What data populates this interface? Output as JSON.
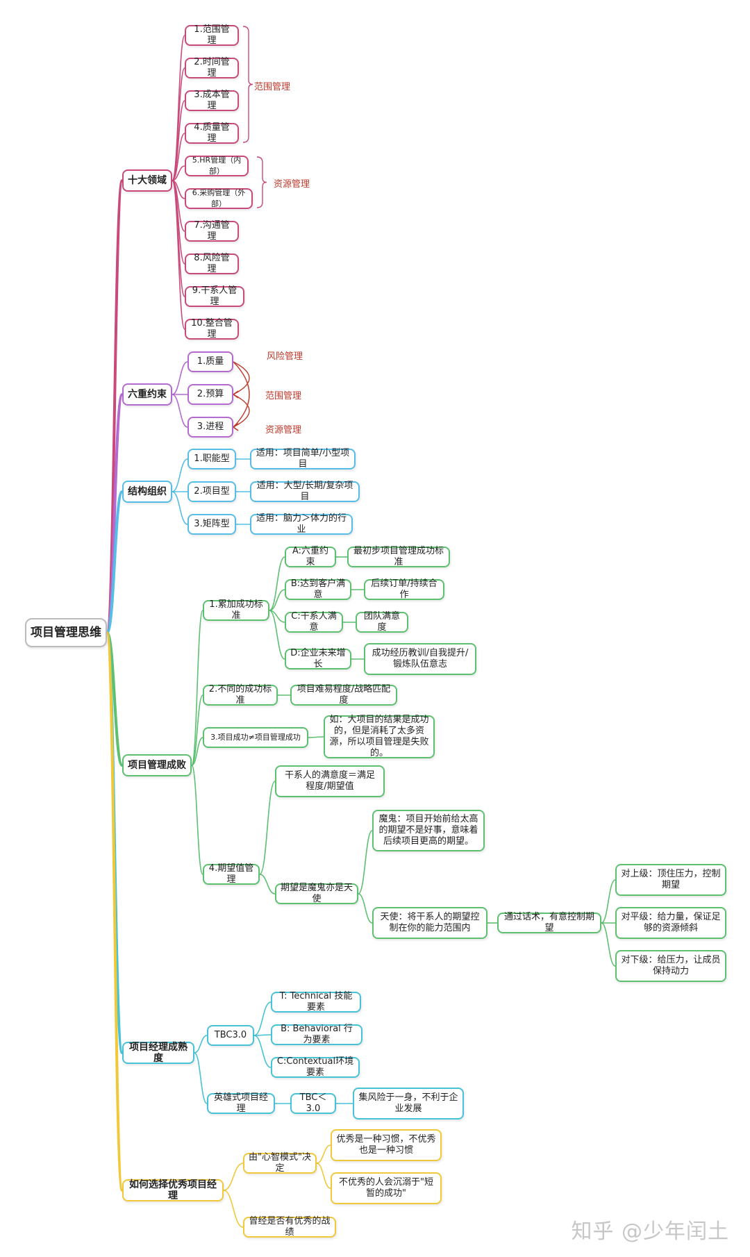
{
  "root": "项目管理思维",
  "branches": {
    "b1": {
      "label": "十大领域",
      "items": [
        "1.范围管理",
        "2.时间管理",
        "3.成本管理",
        "4.质量管理",
        "5.HR管理（内部）",
        "6.采购管理（外部）",
        "7.沟通管理",
        "8.风险管理",
        "9.干系人管理",
        "10.整合管理"
      ],
      "group1": "范围管理",
      "group2": "资源管理"
    },
    "b2": {
      "label": "六重约束",
      "items": [
        "1.质量",
        "2.预算",
        "3.进程"
      ],
      "tags": [
        "风险管理",
        "范围管理",
        "资源管理"
      ]
    },
    "b3": {
      "label": "结构组织",
      "items": [
        "1.职能型",
        "2.项目型",
        "3.矩阵型"
      ],
      "notes": [
        "适用：项目简单/小型项目",
        "适用：大型/长期/复杂项目",
        "适用：脑力＞体力的行业"
      ]
    },
    "b4": {
      "label": "项目管理成败",
      "c1": {
        "label": "1.累加成功标准",
        "subs": [
          "A:六重约束",
          "B:达到客户满意",
          "C:干系人满意",
          "D:企业未来增长"
        ],
        "notes": [
          "最初步项目管理成功标准",
          "后续订单/持续合作",
          "团队满意度",
          "成功经历教训/自我提升/锻炼队伍意志"
        ]
      },
      "c2": {
        "label": "2.不同的成功标准",
        "note": "项目难易程度/战略匹配度"
      },
      "c3": {
        "label": "3.项目成功≠项目管理成功",
        "note": "如：大项目的结果是成功的，但是消耗了太多资源，所以项目管理是失败的。"
      },
      "c4": {
        "label": "4.期望值管理",
        "s1": "干系人的满意度＝满足程度/期望值",
        "s2": "期望是魔鬼亦是天使",
        "devil": "魔鬼：项目开始前给太高的期望不是好事，意味着后续项目更高的期望。",
        "angel": "天使：将干系人的期望控制在你的能力范围内",
        "control": "通过话术，有意控制期望",
        "levels": [
          "对上级：顶住压力，控制期望",
          "对平级：给力量，保证足够的资源倾斜",
          "对下级：给压力，让成员保持动力"
        ]
      }
    },
    "b5": {
      "label": "项目经理成熟度",
      "tbc": "TBC3.0",
      "tbc_items": [
        "T: Technical 技能要素",
        "B: Behavioral 行为要素",
        "C:Contextual环境要素"
      ],
      "hero": "英雄式项目经理",
      "hero_tbc": "TBC＜3.0",
      "hero_note": "集风险于一身，不利于企业发展"
    },
    "b6": {
      "label": "如何选择优秀项目经理",
      "c1": "由\"心智模式\"决定",
      "c1_notes": [
        "优秀是一种习惯，不优秀也是一种习惯",
        "不优秀的人会沉溺于\"短暂的成功\""
      ],
      "c2": "曾经是否有优秀的战绩"
    }
  },
  "watermark": "知乎 @少年闰土",
  "colors": {
    "magenta": "#c94a7a",
    "purple": "#b46ad0",
    "cyan": "#55bde6",
    "green": "#5cc070",
    "turquoise": "#46c3d6",
    "yellow": "#f0c83a",
    "tag": "#c0392b"
  }
}
